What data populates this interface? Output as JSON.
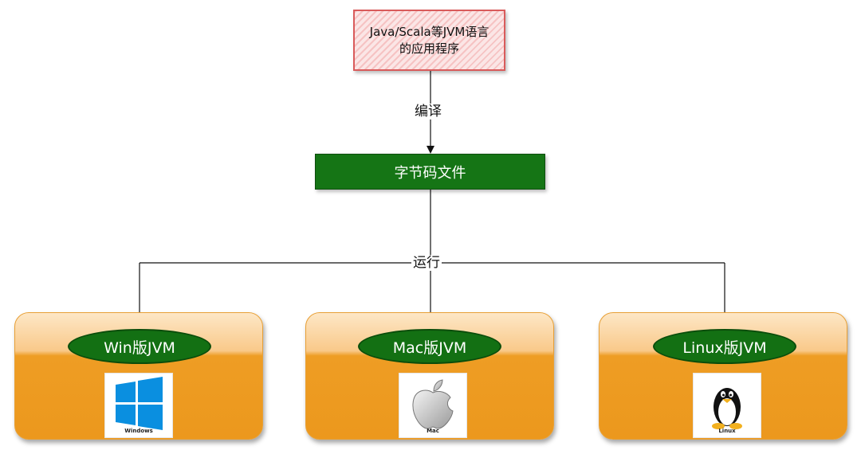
{
  "diagram": {
    "source": {
      "label": "Java/Scala等JVM语言\n的应用程序"
    },
    "edge_compile": {
      "label": "编译"
    },
    "bytecode": {
      "label": "字节码文件"
    },
    "edge_run": {
      "label": "运行"
    },
    "platforms": [
      {
        "jvm_label": "Win版JVM",
        "logo_caption": "Windows",
        "icon": "windows-logo-icon"
      },
      {
        "jvm_label": "Mac版JVM",
        "logo_caption": "Mac",
        "icon": "apple-logo-icon"
      },
      {
        "jvm_label": "Linux版JVM",
        "logo_caption": "Linux",
        "icon": "tux-penguin-icon"
      }
    ],
    "colors": {
      "source_fill": "#f6c3c3",
      "source_stroke": "#d95b5b",
      "bytecode_fill": "#157515",
      "jvm_fill": "#137013",
      "card_fill": "#ec981d"
    }
  }
}
